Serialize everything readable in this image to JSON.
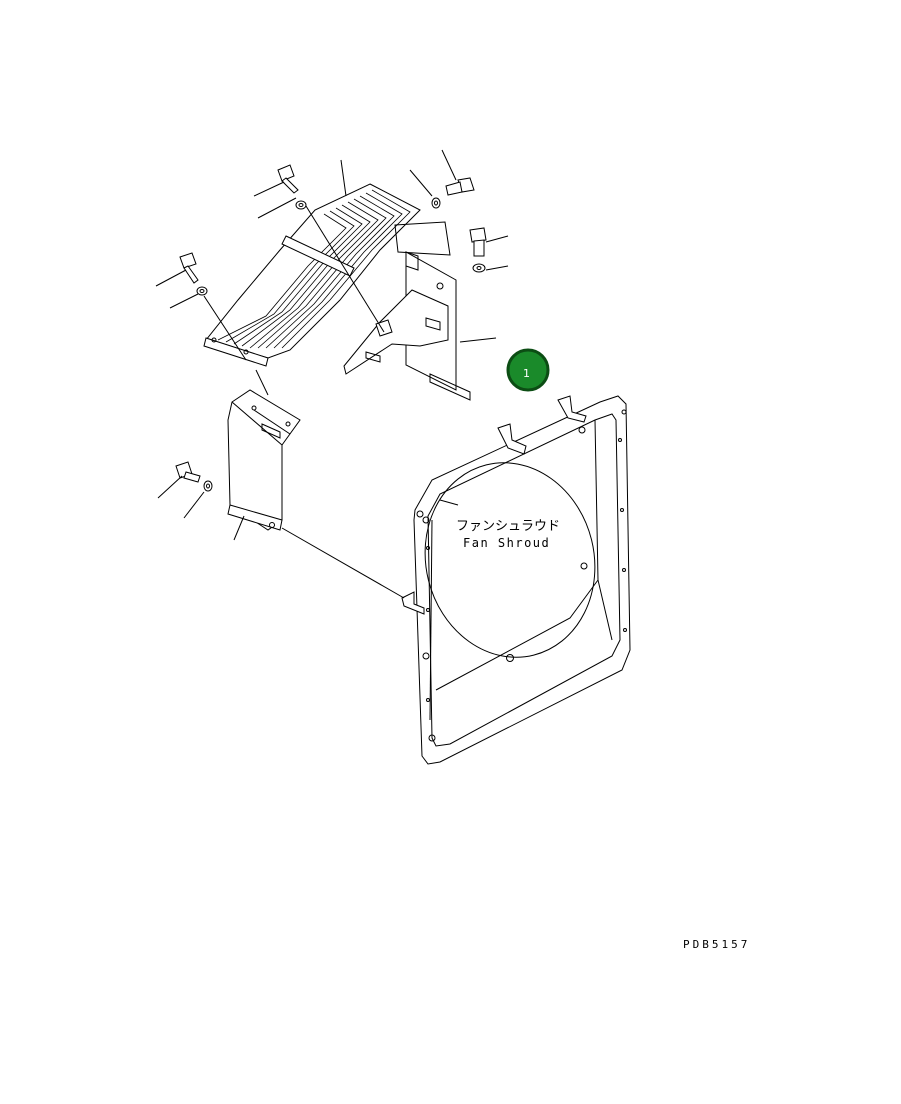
{
  "labels": {
    "jp": "ファンシュラウド",
    "en": "Fan Shroud"
  },
  "callout": {
    "number": "1",
    "color": "#1a8a2a",
    "ring_color": "#0c4d14"
  },
  "drawing_code": "PDB5157"
}
